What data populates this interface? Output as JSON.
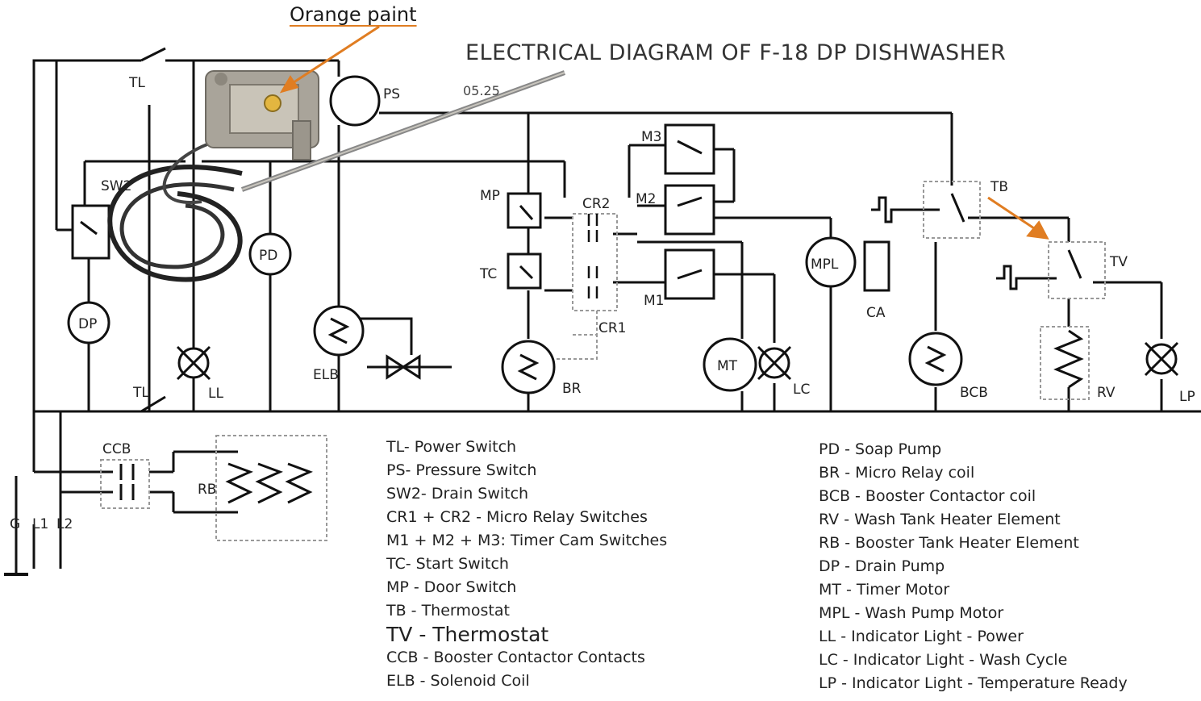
{
  "callout": {
    "text": "Orange paint",
    "color": "#e07d22"
  },
  "title": "ELECTRICAL DIAGRAM OF F-18 DP DISHWASHER",
  "code": "05.25",
  "components": {
    "tl_top": "TL",
    "tl_bottom": "TL",
    "ps": "PS",
    "sw2": "SW2",
    "pd": "PD",
    "dp": "DP",
    "ll": "LL",
    "elb": "ELB",
    "mp": "MP",
    "tc": "TC",
    "cr2": "CR2",
    "cr1": "CR1",
    "m1": "M1",
    "m2": "M2",
    "m3": "M3",
    "br": "BR",
    "mt": "MT",
    "lc": "LC",
    "mpl": "MPL",
    "ca": "CA",
    "tb": "TB",
    "tv": "TV",
    "bcb": "BCB",
    "rv": "RV",
    "lp": "LP",
    "ccb": "CCB",
    "rb": "RB",
    "g": "G",
    "l1": "L1",
    "l2": "L2"
  },
  "legend_left": [
    "TL- Power Switch",
    "PS- Pressure Switch",
    "SW2- Drain Switch",
    "CR1 + CR2 - Micro Relay Switches",
    "M1 + M2 + M3: Timer Cam Switches",
    "TC- Start Switch",
    "MP - Door Switch",
    "TB - Thermostat",
    "TV - Thermostat",
    "CCB - Booster Contactor Contacts",
    "ELB - Solenoid Coil"
  ],
  "legend_right": [
    "PD - Soap Pump",
    "BR - Micro Relay coil",
    "BCB - Booster Contactor coil",
    "RV - Wash Tank Heater Element",
    "RB - Booster Tank Heater Element",
    "DP - Drain Pump",
    "MT - Timer Motor",
    "MPL - Wash Pump Motor",
    "LL - Indicator Light - Power",
    "LC - Indicator Light - Wash Cycle",
    "LP - Indicator Light - Temperature Ready"
  ],
  "colors": {
    "accent": "#e07d22",
    "wire": "#111111",
    "dashed": "#999999",
    "thermostat_body": "#a9a49a"
  }
}
